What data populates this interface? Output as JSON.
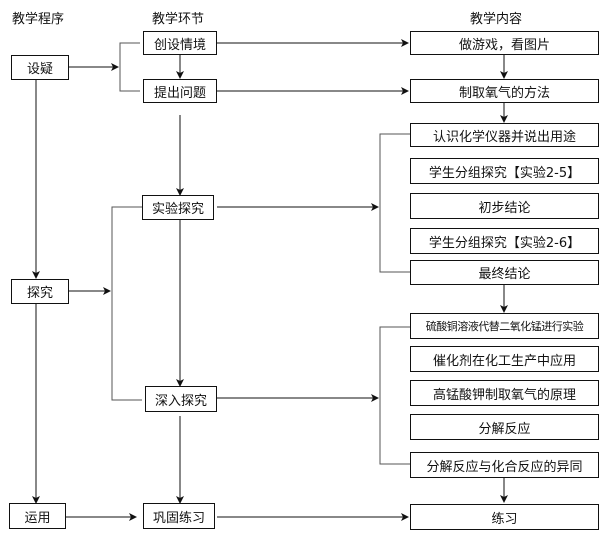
{
  "headers": {
    "procedure": "教学程序",
    "stage": "教学环节",
    "content": "教学内容"
  },
  "procedures": [
    {
      "label": "设疑"
    },
    {
      "label": "探究"
    },
    {
      "label": "运用"
    }
  ],
  "stages": [
    {
      "label": "创设情境"
    },
    {
      "label": "提出问题"
    },
    {
      "label": "实验探究"
    },
    {
      "label": "深入探究"
    },
    {
      "label": "巩固练习"
    }
  ],
  "contents": [
    {
      "label": "做游戏，看图片"
    },
    {
      "label": "制取氧气的方法"
    },
    {
      "label": "认识化学仪器并说出用途"
    },
    {
      "label": "学生分组探究【实验2-5】"
    },
    {
      "label": "初步结论"
    },
    {
      "label": "学生分组探究【实验2-6】"
    },
    {
      "label": "最终结论"
    },
    {
      "label": "硫酸铜溶液代替二氧化锰进行实验"
    },
    {
      "label": "催化剂在化工生产中应用"
    },
    {
      "label": "高锰酸钾制取氧气的原理"
    },
    {
      "label": "分解反应"
    },
    {
      "label": "分解反应与化合反应的异同"
    },
    {
      "label": "练习"
    }
  ]
}
